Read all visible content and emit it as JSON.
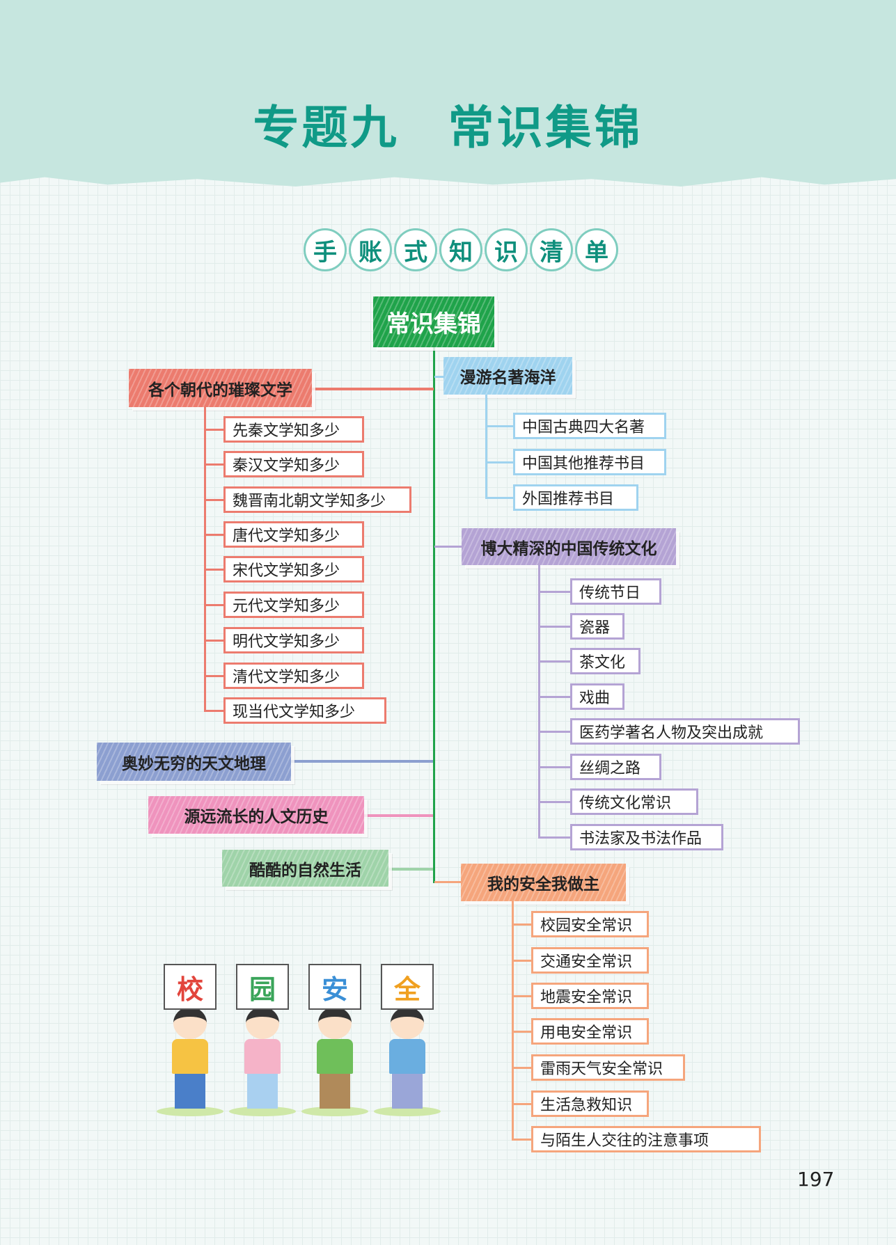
{
  "header": {
    "title": "专题九　常识集锦"
  },
  "subtitle_chars": [
    "手",
    "账",
    "式",
    "知",
    "识",
    "清",
    "单"
  ],
  "root": {
    "label": "常识集锦",
    "color": "#1fa34a"
  },
  "branches": {
    "literature": {
      "label": "各个朝代的璀璨文学",
      "color": "#ec7b6e",
      "children": [
        "先秦文学知多少",
        "秦汉文学知多少",
        "魏晋南北朝文学知多少",
        "唐代文学知多少",
        "宋代文学知多少",
        "元代文学知多少",
        "明代文学知多少",
        "清代文学知多少",
        "现当代文学知多少"
      ]
    },
    "classics": {
      "label": "漫游名著海洋",
      "color": "#9fd3ef",
      "children": [
        "中国古典四大名著",
        "中国其他推荐书目",
        "外国推荐书目"
      ]
    },
    "culture": {
      "label": "博大精深的中国传统文化",
      "color": "#b4a3d4",
      "children": [
        "传统节日",
        "瓷器",
        "茶文化",
        "戏曲",
        "医药学著名人物及突出成就",
        "丝绸之路",
        "传统文化常识",
        "书法家及书法作品"
      ]
    },
    "astronomy": {
      "label": "奥妙无穷的天文地理",
      "color": "#8c9fd0"
    },
    "history": {
      "label": "源远流长的人文历史",
      "color": "#ef93bd"
    },
    "nature": {
      "label": "酷酷的自然生活",
      "color": "#9fd3a9"
    },
    "safety": {
      "label": "我的安全我做主",
      "color": "#f5a57c",
      "children": [
        "校园安全常识",
        "交通安全常识",
        "地震安全常识",
        "用电安全常识",
        "雷雨天气安全常识",
        "生活急救知识",
        "与陌生人交往的注意事项"
      ]
    }
  },
  "illustration": {
    "signs": [
      {
        "char": "校",
        "color": "#e2453c"
      },
      {
        "char": "园",
        "color": "#3aa55a"
      },
      {
        "char": "安",
        "color": "#3a8fd6"
      },
      {
        "char": "全",
        "color": "#f0a020"
      }
    ]
  },
  "page_number": "197"
}
